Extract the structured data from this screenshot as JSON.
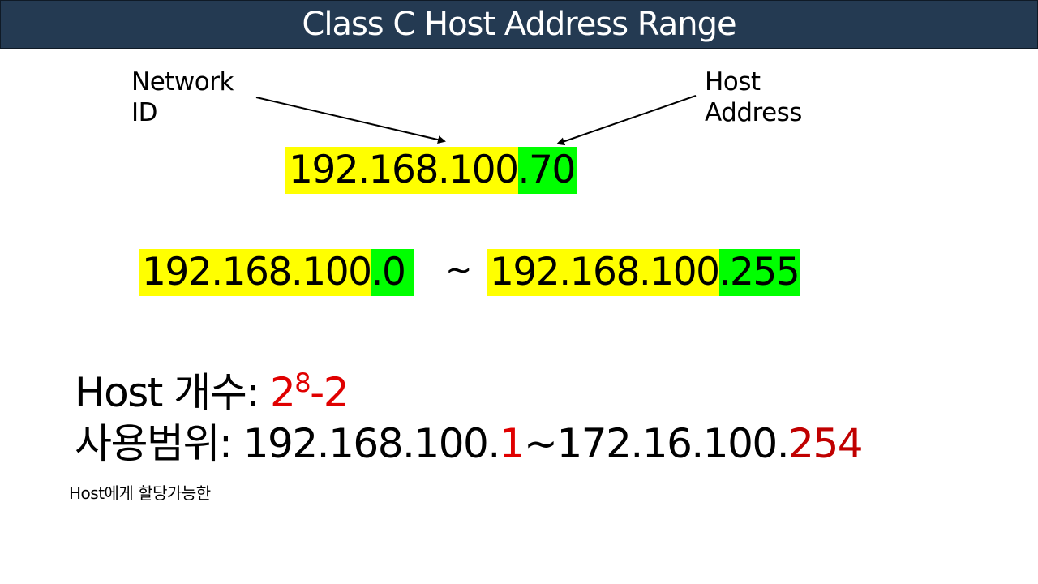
{
  "title": "Class C Host Address Range",
  "labels": {
    "network_line1": "Network",
    "network_line2": "ID",
    "host_line1": "Host",
    "host_line2": "Address"
  },
  "example_ip": {
    "network": "192.168.100",
    "host": ".70"
  },
  "range": {
    "start_network": "192.168.100",
    "start_host": ".0",
    "separator": "~",
    "end_network": "192.168.100",
    "end_host": ".255"
  },
  "host_count": {
    "label": "Host 개수: ",
    "base": "2",
    "exponent": "8",
    "suffix": "-2"
  },
  "usable_range": {
    "label": "사용범위: ",
    "start_prefix": "192.168.100.",
    "start_host": "1",
    "separator": "~",
    "end_prefix": "172.16.100.",
    "end_host": "254"
  },
  "note": "Host에게 할당가능한",
  "colors": {
    "title_bg": "#243a52",
    "network_highlight": "#ffff00",
    "host_highlight": "#00ff00",
    "accent_red": "#e00000"
  }
}
